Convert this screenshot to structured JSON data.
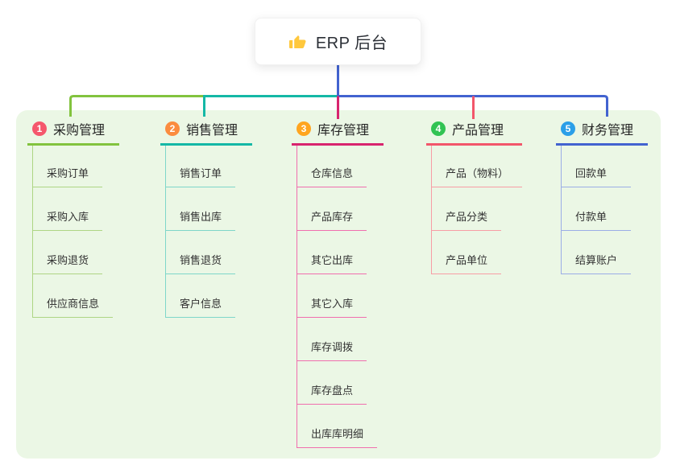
{
  "root": {
    "title": "ERP 后台",
    "icon": "thumbs-up"
  },
  "connector_colors": {
    "root_link": "#4263d0"
  },
  "branches": [
    {
      "badge": "1",
      "label": "采购管理",
      "badge_color": "#f5576c",
      "line_color": "#82c33e",
      "child_line_color": "#aed584",
      "children": [
        "采购订单",
        "采购入库",
        "采购退货",
        "供应商信息"
      ]
    },
    {
      "badge": "2",
      "label": "销售管理",
      "badge_color": "#fb8c3f",
      "line_color": "#14b8a6",
      "child_line_color": "#7ed6c9",
      "children": [
        "销售订单",
        "销售出库",
        "销售退货",
        "客户信息"
      ]
    },
    {
      "badge": "3",
      "label": "库存管理",
      "badge_color": "#ffa51f",
      "line_color": "#d8246e",
      "child_line_color": "#f06eae",
      "children": [
        "仓库信息",
        "产品库存",
        "其它出库",
        "其它入库",
        "库存调拨",
        "库存盘点",
        "出库库明细"
      ]
    },
    {
      "badge": "4",
      "label": "产品管理",
      "badge_color": "#31c353",
      "line_color": "#f2566a",
      "child_line_color": "#f79da5",
      "children": [
        "产品（物料）",
        "产品分类",
        "产品单位"
      ]
    },
    {
      "badge": "5",
      "label": "财务管理",
      "badge_color": "#2b9fe8",
      "line_color": "#4263d0",
      "child_line_color": "#9bade6",
      "children": [
        "回款单",
        "付款单",
        "结算账户"
      ]
    }
  ]
}
